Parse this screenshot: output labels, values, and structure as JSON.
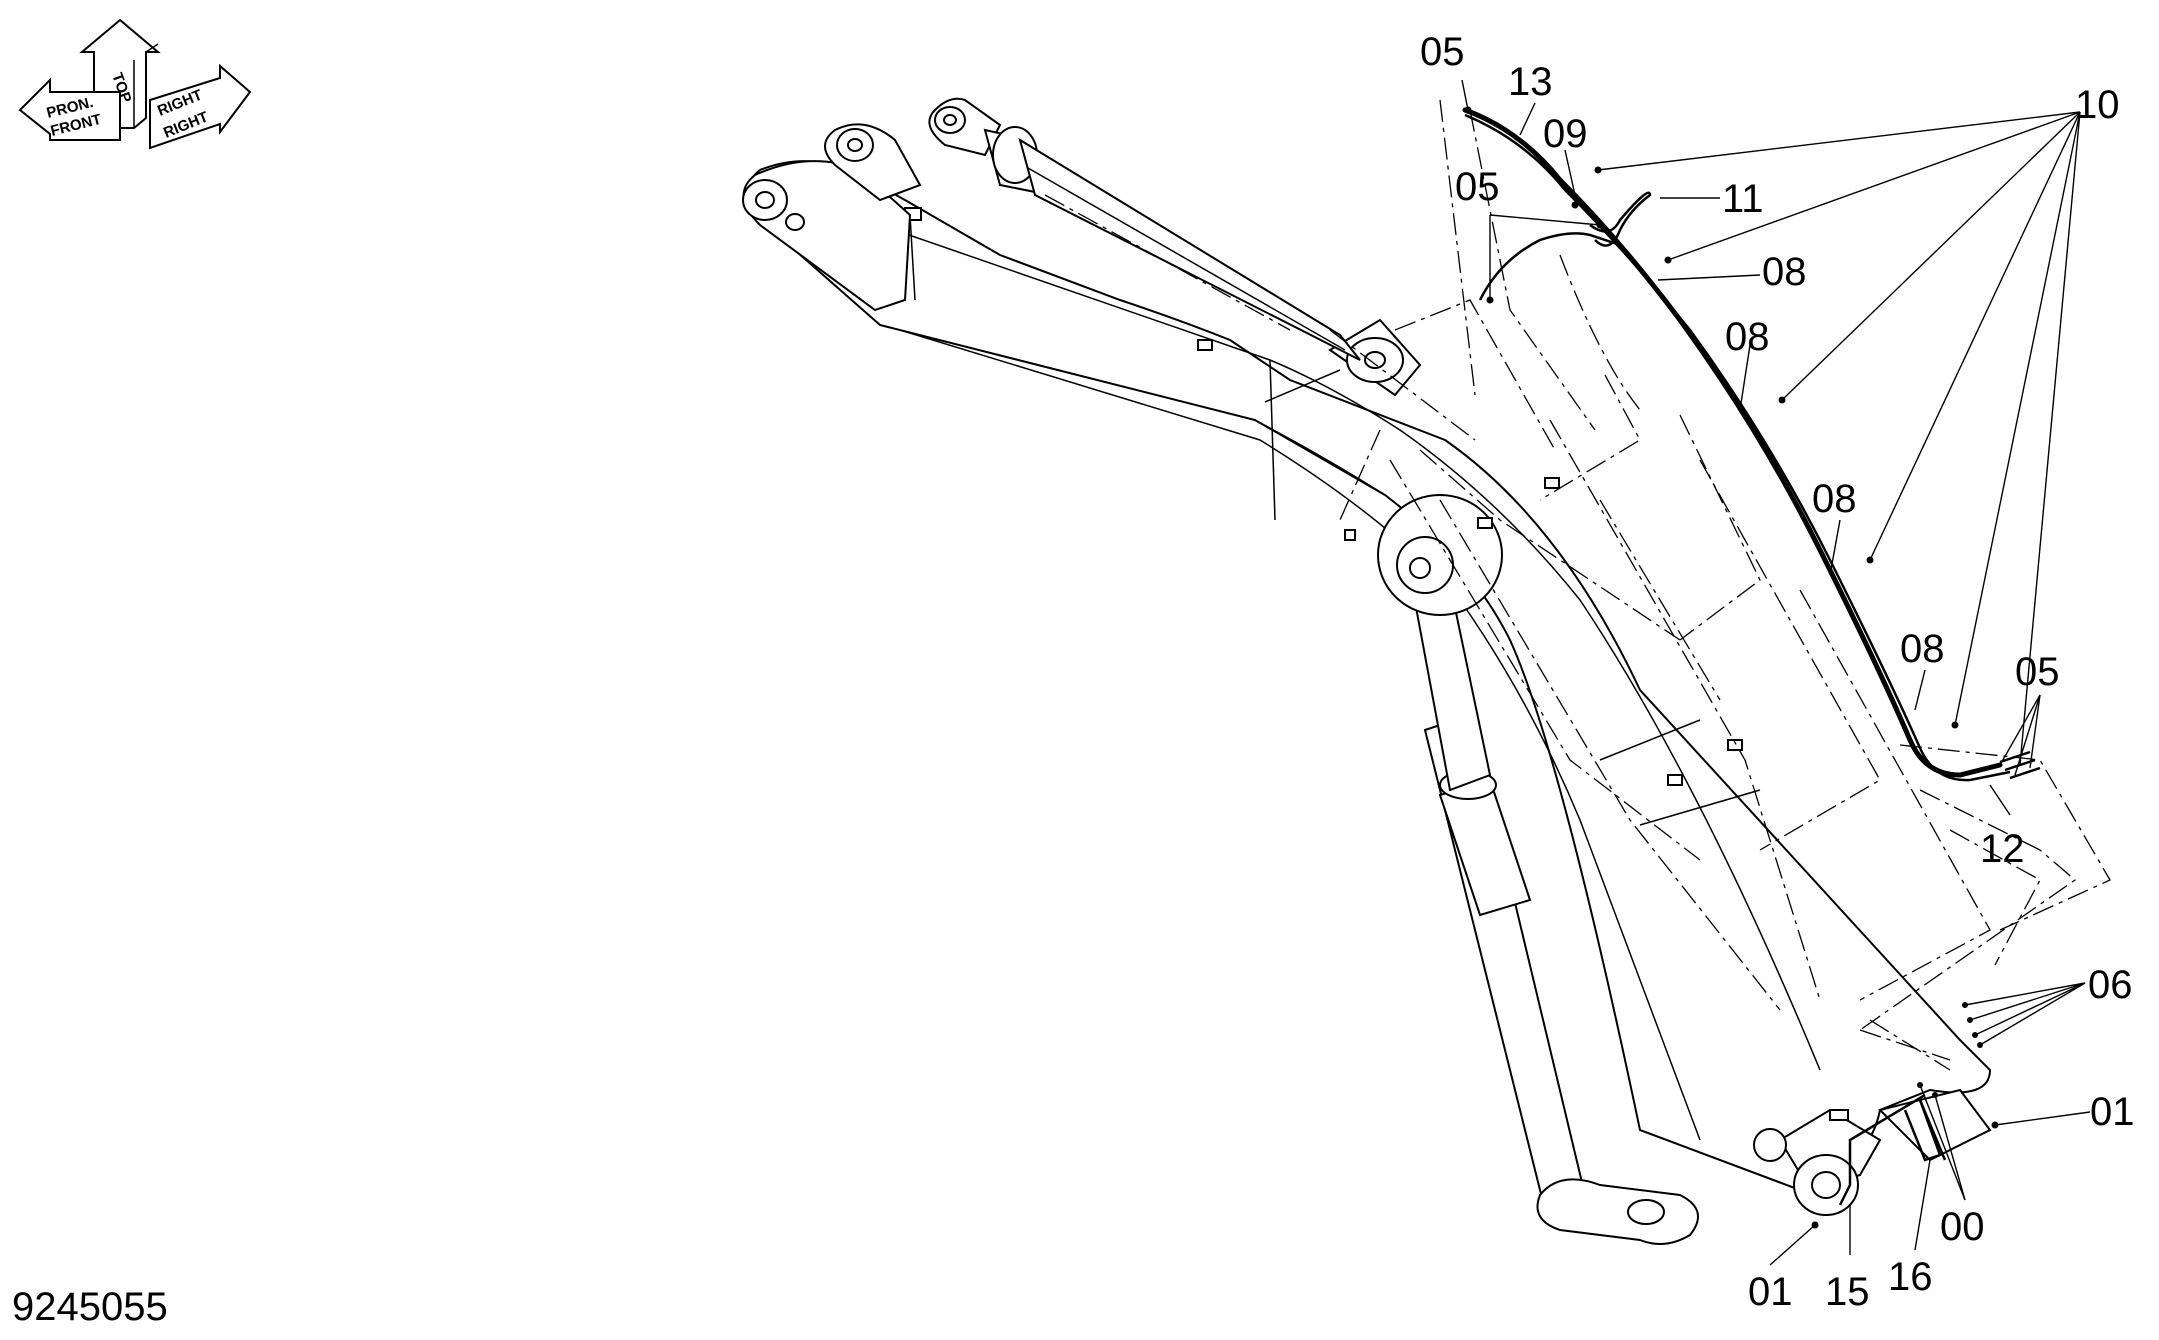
{
  "drawing_number": "9245055",
  "orientation_arrow": {
    "top": "TOP",
    "front_native": "PRON.",
    "front": "FRONT",
    "right_native": "RIGHT",
    "right": "RIGHT"
  },
  "part_labels": [
    {
      "id": "05-top",
      "text": "05"
    },
    {
      "id": "13",
      "text": "13"
    },
    {
      "id": "09",
      "text": "09"
    },
    {
      "id": "05-mid",
      "text": "05"
    },
    {
      "id": "11",
      "text": "11"
    },
    {
      "id": "10",
      "text": "10"
    },
    {
      "id": "08-a",
      "text": "08"
    },
    {
      "id": "08-b",
      "text": "08"
    },
    {
      "id": "08-c",
      "text": "08"
    },
    {
      "id": "08-d",
      "text": "08"
    },
    {
      "id": "05-right",
      "text": "05"
    },
    {
      "id": "12",
      "text": "12"
    },
    {
      "id": "06",
      "text": "06"
    },
    {
      "id": "01-right",
      "text": "01"
    },
    {
      "id": "00",
      "text": "00"
    },
    {
      "id": "16",
      "text": "16"
    },
    {
      "id": "15",
      "text": "15"
    },
    {
      "id": "01-bottom",
      "text": "01"
    }
  ]
}
